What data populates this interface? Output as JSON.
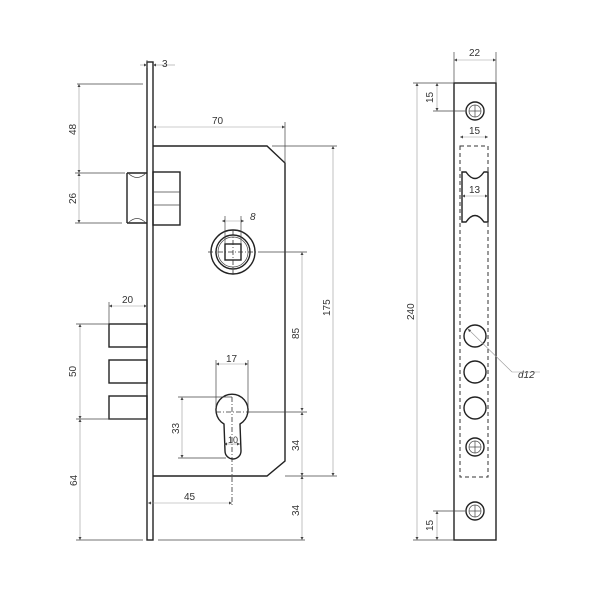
{
  "title": "Mortise lock technical drawing",
  "front_view": {
    "faceplate_thickness": "3",
    "body_depth": "70",
    "top_to_latch": "48",
    "latch_height": "26",
    "spindle_square": "8",
    "deadbolt_projection": "20",
    "deadbolt_span": "50",
    "bottom_to_deadbolt": "64",
    "cylinder_width": "17",
    "cylinder_height": "33",
    "cylinder_neck": "10",
    "backset": "45",
    "center_distance": "85",
    "body_height": "175",
    "cylinder_to_body_bottom": "34",
    "body_bottom_to_plate_end": "34"
  },
  "side_view": {
    "plate_width": "22",
    "plate_length": "240",
    "top_screw_offset": "15",
    "bottom_screw_offset": "15",
    "recess_width": "15",
    "latch_width": "13",
    "bolt_hole_diameter": "d12"
  }
}
